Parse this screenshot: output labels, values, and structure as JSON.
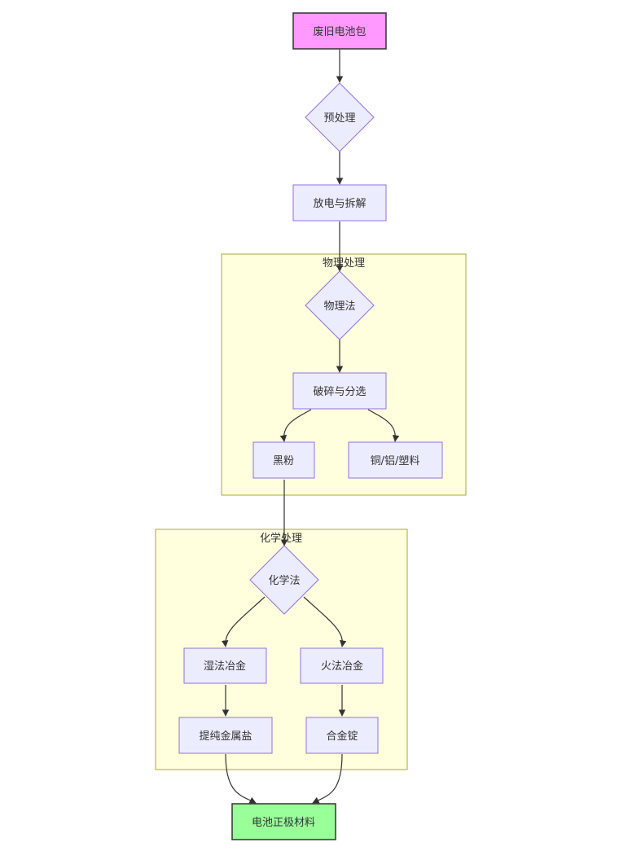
{
  "nodes": {
    "battery_pack": {
      "label": "废旧电池包",
      "fill": "#ff99ff",
      "stroke": "#333333"
    },
    "pretreat": {
      "label": "预处理"
    },
    "discharge": {
      "label": "放电与拆解"
    },
    "physical_method": {
      "label": "物理法"
    },
    "crush_sort": {
      "label": "破碎与分选"
    },
    "black_powder": {
      "label": "黑粉"
    },
    "copper_al_plastic": {
      "label": "铜/铝/塑料"
    },
    "chemical_method": {
      "label": "化学法"
    },
    "hydro": {
      "label": "湿法冶金"
    },
    "pyro": {
      "label": "火法冶金"
    },
    "metal_salt": {
      "label": "提纯金属盐"
    },
    "alloy_ingot": {
      "label": "合金锭"
    },
    "cathode": {
      "label": "电池正极材料",
      "fill": "#99ff99",
      "stroke": "#333333"
    }
  },
  "clusters": {
    "physical": {
      "label": "物理处理"
    },
    "chemical": {
      "label": "化学处理"
    }
  },
  "colors": {
    "default_fill": "#ececff",
    "default_stroke": "#9370db",
    "cluster_fill": "#ffffde",
    "cluster_stroke": "#aaaa33",
    "edge": "#333333"
  }
}
